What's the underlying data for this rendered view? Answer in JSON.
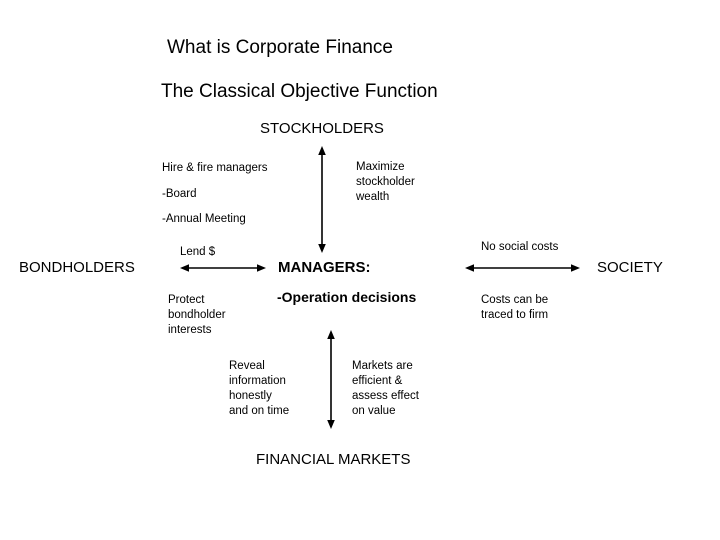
{
  "slide": {
    "background_color": "#ffffff",
    "text_color": "#000000",
    "title_line_1": "What is Corporate Finance",
    "title_line_2": "The Classical Objective Function"
  },
  "nodes": {
    "stockholders": "STOCKHOLDERS",
    "bondholders": "BONDHOLDERS",
    "managers": "MANAGERS:",
    "managers_sub": "-Operation decisions",
    "society": "SOCIETY",
    "financial_markets": "FINANCIAL MARKETS"
  },
  "annotations": {
    "hire_fire": "Hire & fire managers",
    "board": "-Board",
    "annual_meeting": "-Annual Meeting",
    "maximize_wealth": "Maximize\nstockholder\nwealth",
    "lend": "Lend $",
    "protect_bondholder": "Protect\nbondholder\ninterests",
    "no_social_costs": "No social costs",
    "costs_traced": "Costs can be\ntraced to firm",
    "reveal_information": "Reveal\ninformation\nhonestly\nand on time",
    "markets_efficient": "Markets are\nefficient &\nassess effect\non value"
  },
  "arrows": [
    {
      "name": "stockholders-managers-arrow",
      "orientation": "vertical",
      "double_headed": true,
      "from": "STOCKHOLDERS",
      "to": "MANAGERS:"
    },
    {
      "name": "bondholders-managers-arrow",
      "orientation": "horizontal",
      "double_headed": true,
      "from": "BONDHOLDERS",
      "to": "MANAGERS:"
    },
    {
      "name": "managers-society-arrow",
      "orientation": "horizontal",
      "double_headed": true,
      "from": "MANAGERS:",
      "to": "SOCIETY"
    },
    {
      "name": "managers-financial-markets-arrow",
      "orientation": "vertical",
      "double_headed": true,
      "from": "MANAGERS:",
      "to": "FINANCIAL MARKETS"
    }
  ]
}
